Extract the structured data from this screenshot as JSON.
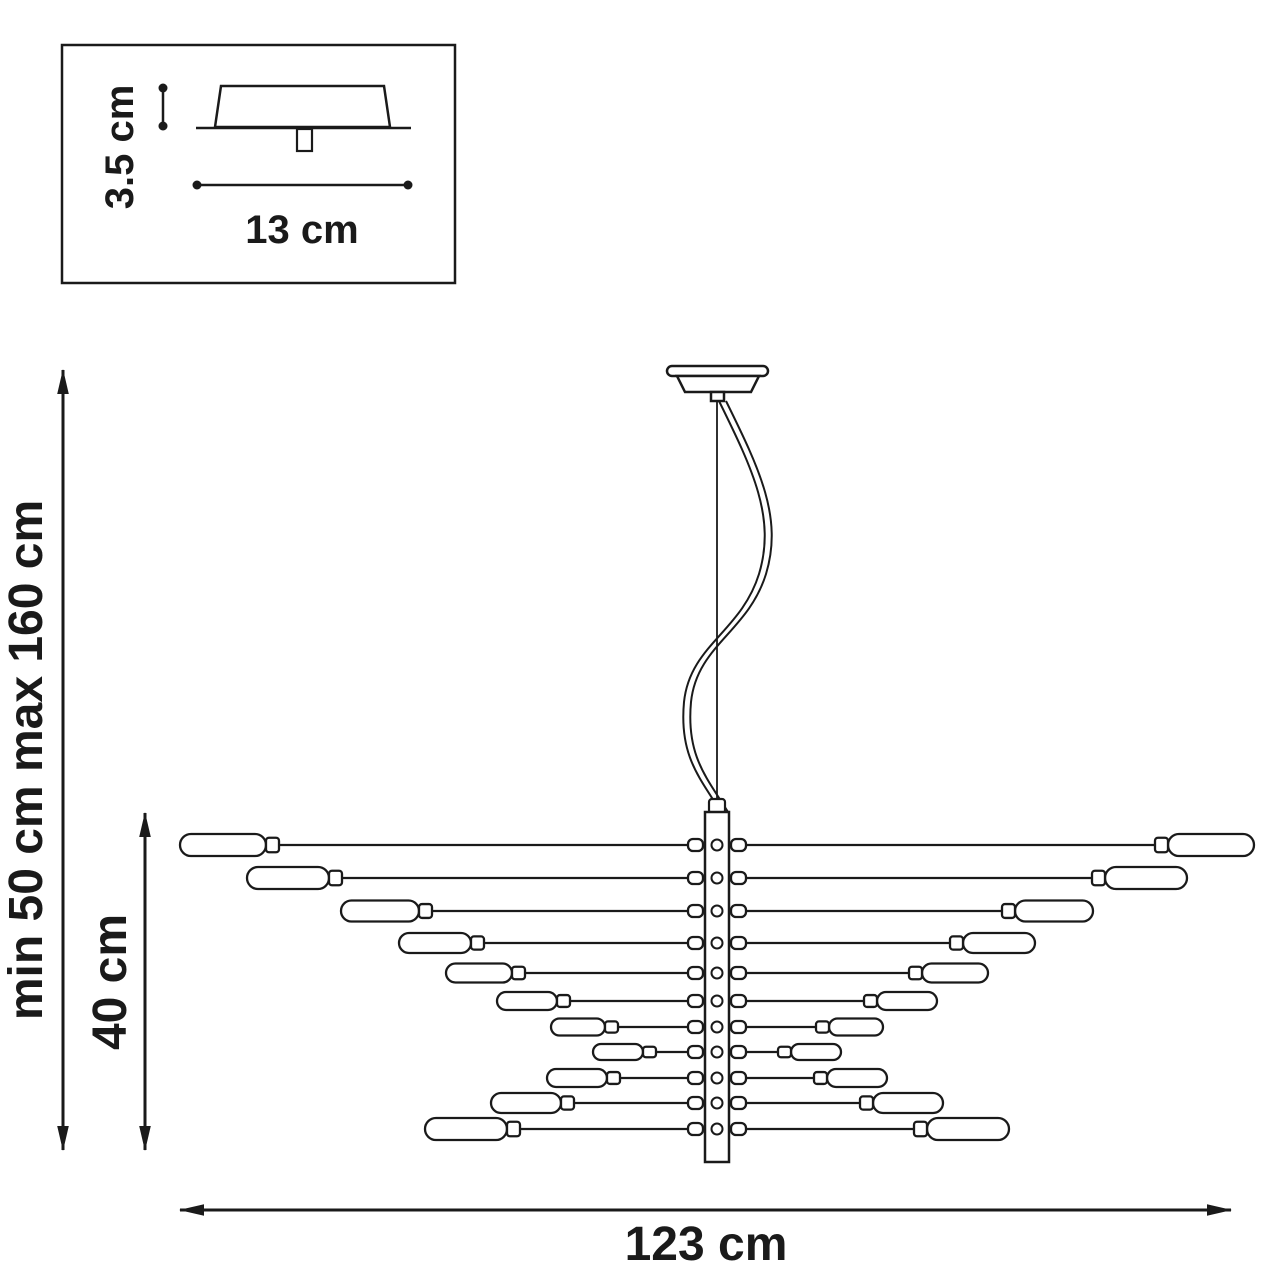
{
  "diagram": {
    "type": "technical-dimension-drawing",
    "subject": "multi-arm chandelier pendant light",
    "inset": {
      "height_label": "3.5 cm",
      "width_label": "13 cm"
    },
    "dimensions": {
      "overall_height_label": "min 50 cm max 160 cm",
      "fixture_height_label": "40 cm",
      "width_label": "123 cm"
    },
    "colors": {
      "line": "#1a1a1a",
      "background": "#ffffff"
    }
  }
}
